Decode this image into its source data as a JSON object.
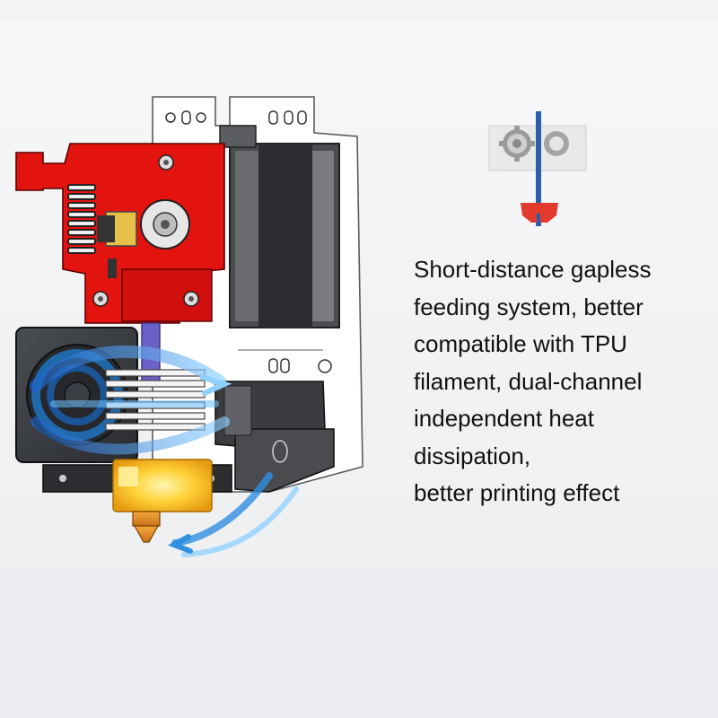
{
  "caption": {
    "lines": [
      "Short-distance gapless",
      "feeding system, better",
      "compatible with TPU",
      "filament, dual-channel",
      "independent heat",
      "dissipation,",
      "better printing effect"
    ]
  },
  "colors": {
    "extruder_arm": "#e3130f",
    "motor": "#5a5a5a",
    "airflow": "#2f8fe0",
    "heater_block": "#f2b81f",
    "filament_path": "#2d5fa8",
    "nozzle_icon": "#e23a2c"
  },
  "icons": {
    "extruder": "extruder-assembly-icon",
    "feed_diagram": "gear-feed-diagram-icon"
  }
}
